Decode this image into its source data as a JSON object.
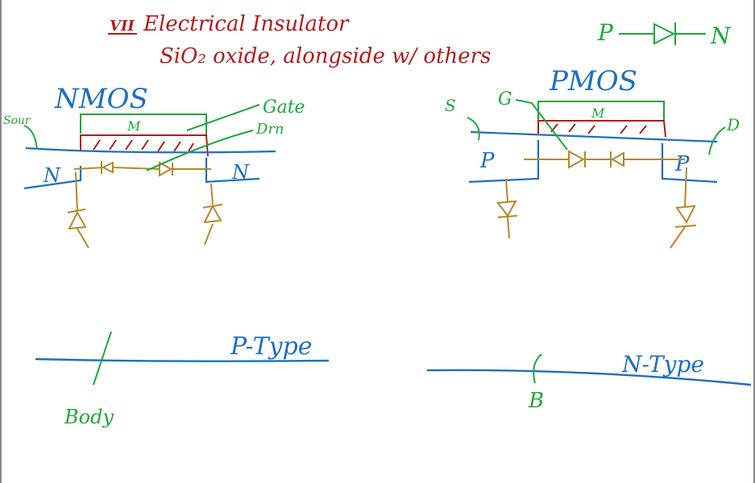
{
  "colors": {
    "red": "#b01c1c",
    "blue": "#1e6fc0",
    "green": "#1ea83a",
    "gold": "#b8862a"
  },
  "header": {
    "badge": "VII",
    "title": "Electrical Insulator",
    "subtitle": "SiO₂ oxide, alongside w/ others"
  },
  "legend": {
    "p_label": "P",
    "n_label": "N"
  },
  "nmos": {
    "title": "NMOS",
    "metal": "M",
    "source": "Sour",
    "gate": "Gate",
    "drain": "Drn",
    "left_well": "N",
    "right_well": "N"
  },
  "pmos": {
    "title": "PMOS",
    "metal": "M",
    "source": "S",
    "gate": "G",
    "drain": "D",
    "left_well": "P",
    "right_well": "P"
  },
  "substrates": {
    "p_type": "P-Type",
    "body": "Body",
    "n_type": "N-Type",
    "b": "B"
  }
}
